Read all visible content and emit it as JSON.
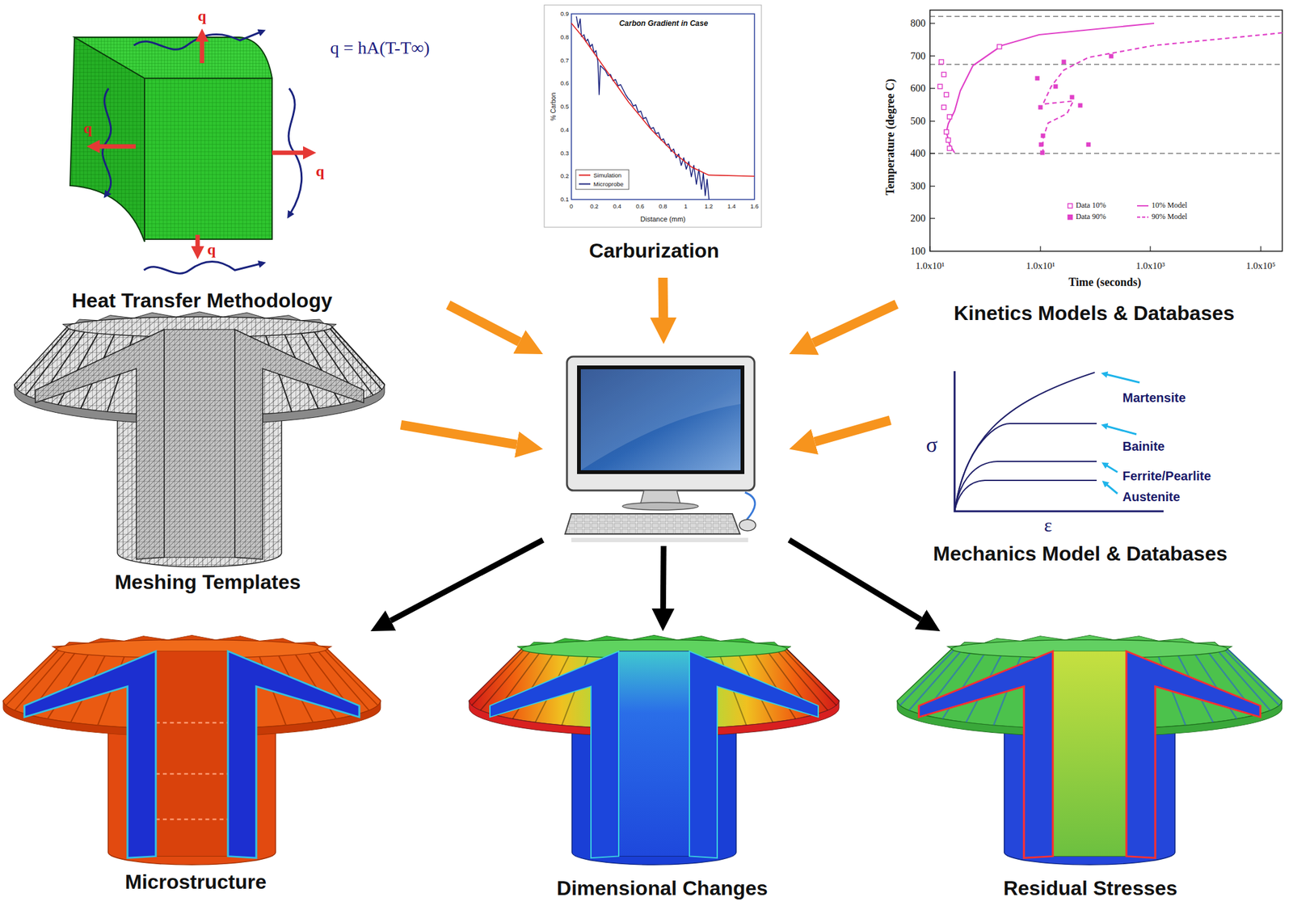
{
  "diagram": {
    "nodes": [
      {
        "text": [
          "Heat Transfer Methodology"
        ]
      },
      {
        "text": [
          "Carburization"
        ]
      },
      {
        "text": [
          "Kinetics Models & Databases"
        ]
      },
      {
        "text": [
          "Meshing Templates"
        ]
      },
      {
        "text": []
      },
      {
        "text": [
          "Mechanics Model & Databases"
        ]
      },
      {
        "text": [
          "Microstructure"
        ]
      },
      {
        "text": [
          "Dimensional Changes"
        ]
      },
      {
        "text": [
          "Residual Stresses"
        ]
      }
    ],
    "edges": [
      {
        "from": 0,
        "to": 4,
        "arrow": "to"
      },
      {
        "from": 1,
        "to": 4,
        "arrow": "to"
      },
      {
        "from": 2,
        "to": 4,
        "arrow": "to"
      },
      {
        "from": 3,
        "to": 4,
        "arrow": "to"
      },
      {
        "from": 5,
        "to": 4,
        "arrow": "to"
      },
      {
        "from": 4,
        "to": 6,
        "arrow": "to"
      },
      {
        "from": 4,
        "to": 7,
        "arrow": "to"
      },
      {
        "from": 4,
        "to": 8,
        "arrow": "to"
      }
    ],
    "labels": [
      "q = hA(T-T∞)",
      "q",
      "q",
      "q",
      "q",
      "Carbon Gradient in Case",
      "% Carbon",
      "Distance (mm)",
      "0.9",
      "0.8",
      "0.7",
      "0.6",
      "0.5",
      "0.4",
      "0.3",
      "0.2",
      "0.1",
      "0",
      "0.2",
      "0.4",
      "0.6",
      "0.8",
      "1",
      "1.2",
      "1.4",
      "1.6",
      "Temperature (degree C)",
      "Time (seconds)",
      "800",
      "700",
      "600",
      "500",
      "400",
      "300",
      "200",
      "100",
      "1.0x10¹",
      "1.0x10¹",
      "1.0x10³",
      "1.0x10⁵",
      "σ",
      "ε",
      "Martensite",
      "Bainite",
      "Ferrite/Pearlite",
      "Austenite"
    ],
    "legend": [
      {
        "text": "Simulation"
      },
      {
        "text": "Microprobe"
      },
      {
        "text": "Data 10%"
      },
      {
        "text": "Data 90%"
      },
      {
        "text": "10% Model"
      },
      {
        "text": "90% Model"
      }
    ]
  }
}
